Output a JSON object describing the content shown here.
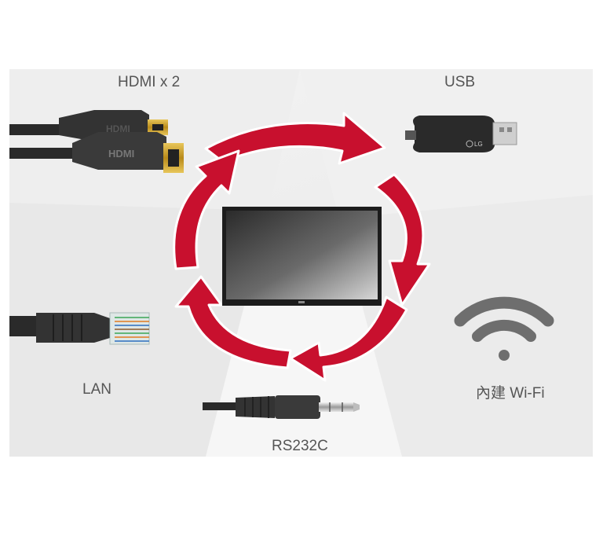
{
  "labels": {
    "hdmi": "HDMI x 2",
    "usb": "USB",
    "lan": "LAN",
    "wifi": "內建 Wi-Fi",
    "rs232c": "RS232C"
  },
  "hdmi_plug_text": "HDMI",
  "usb_logo_text": "LG",
  "colors": {
    "arrow": "#c8102e",
    "label": "#555555",
    "cable": "#2a2a2a",
    "wifi": "#6e6e6e",
    "gold": "#c9a227"
  }
}
